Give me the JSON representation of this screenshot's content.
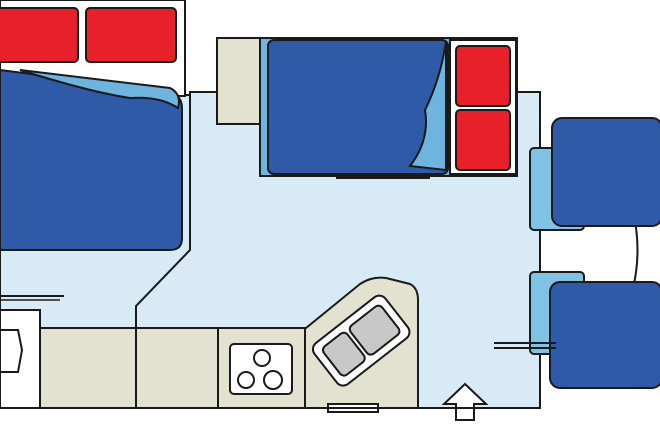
{
  "floorplan": {
    "colors": {
      "floor": "#d9eaf7",
      "outline": "#1a1a1a",
      "bed_blue": "#2f5aa8",
      "pillow_red": "#e8202a",
      "sheet_light_blue": "#6fb3df",
      "counter_beige": "#e3e1cf",
      "sink_grey": "#c8c8c8",
      "seat_teal": "#7fc2e4"
    },
    "elements": [
      {
        "name": "rear-double-bed",
        "kind": "bed"
      },
      {
        "name": "rear-bed-pillow-left",
        "kind": "pillow"
      },
      {
        "name": "rear-bed-pillow-right",
        "kind": "pillow"
      },
      {
        "name": "bunk-bed",
        "kind": "bed"
      },
      {
        "name": "bunk-pillow-top",
        "kind": "pillow"
      },
      {
        "name": "bunk-pillow-bottom",
        "kind": "pillow"
      },
      {
        "name": "wardrobe-cabinet",
        "kind": "storage"
      },
      {
        "name": "dinette-seat-upper",
        "kind": "seat"
      },
      {
        "name": "dinette-seat-lower",
        "kind": "seat"
      },
      {
        "name": "dinette-table",
        "kind": "table"
      },
      {
        "name": "kitchen-counter",
        "kind": "counter"
      },
      {
        "name": "stove-cooktop",
        "kind": "appliance"
      },
      {
        "name": "kitchen-sink",
        "kind": "appliance"
      },
      {
        "name": "bathroom",
        "kind": "room"
      },
      {
        "name": "entry-door-arrow",
        "kind": "door"
      }
    ]
  }
}
